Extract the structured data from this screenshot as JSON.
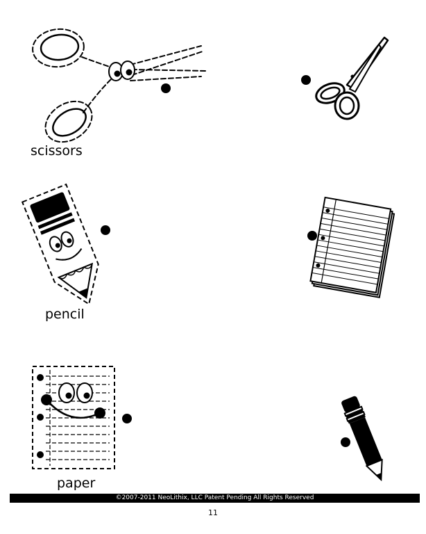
{
  "left_column": {
    "scissors_label": "scissors",
    "pencil_label": "pencil",
    "paper_label": "paper"
  },
  "right_column": {
    "icons": [
      "scissors-icon",
      "notebook-paper-icon",
      "pencil-icon"
    ]
  },
  "footer": {
    "copyright": "©2007-2011  NeoLithix, LLC  Patent Pending  All Rights Reserved",
    "page_number": "11"
  }
}
